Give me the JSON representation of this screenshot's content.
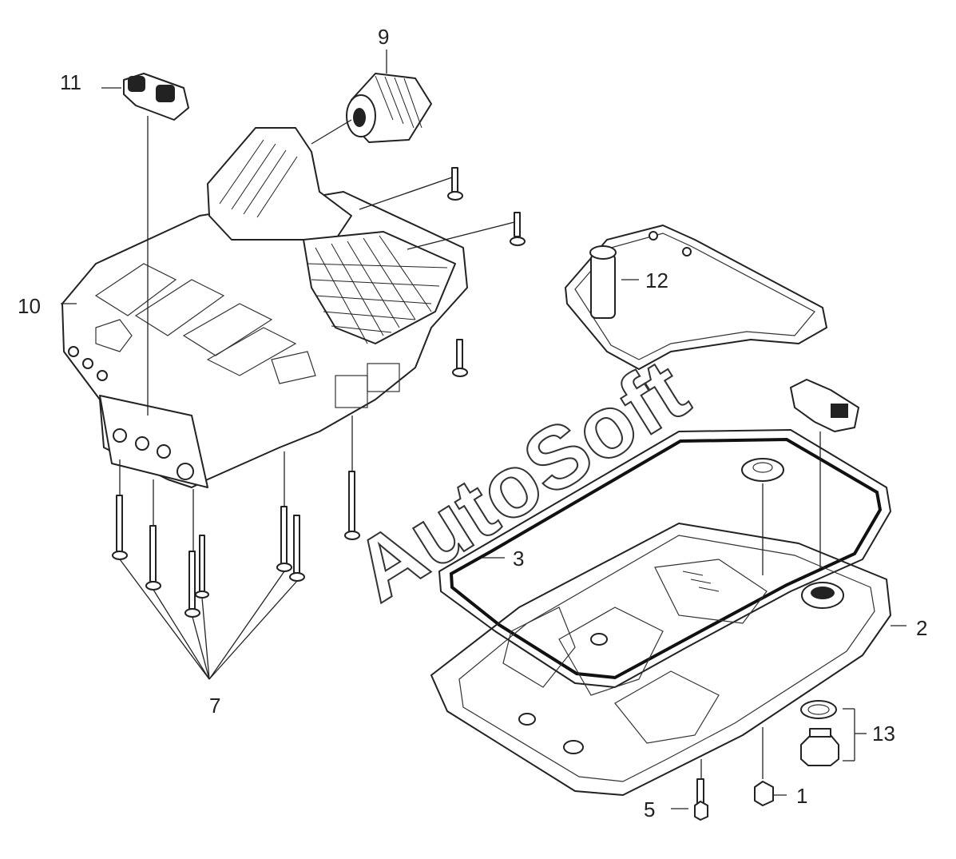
{
  "watermark": "AutoSoft",
  "callouts": {
    "c1": "1",
    "c2": "2",
    "c3": "3",
    "c5": "5",
    "c7": "7",
    "c9": "9",
    "c10": "10",
    "c11": "11",
    "c12": "12",
    "c13": "13"
  }
}
